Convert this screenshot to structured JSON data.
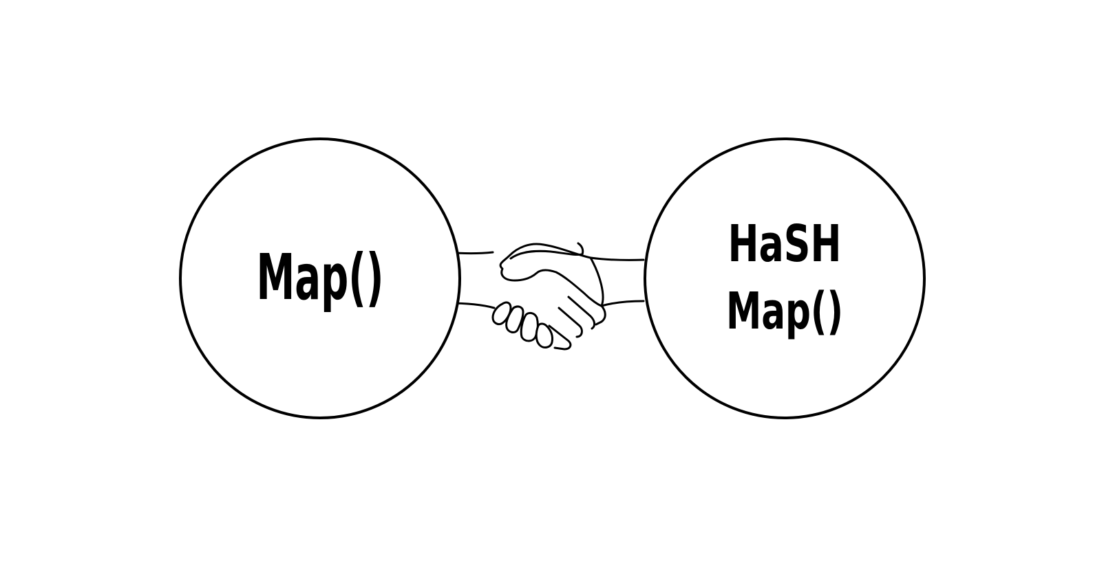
{
  "diagram": {
    "left_node": {
      "label": "Map()"
    },
    "right_node": {
      "label_line1": "HaSH",
      "label_line2": "Map()"
    },
    "connector": {
      "icon": "handshake-icon"
    },
    "colors": {
      "stroke": "#000000",
      "background": "#ffffff"
    }
  }
}
